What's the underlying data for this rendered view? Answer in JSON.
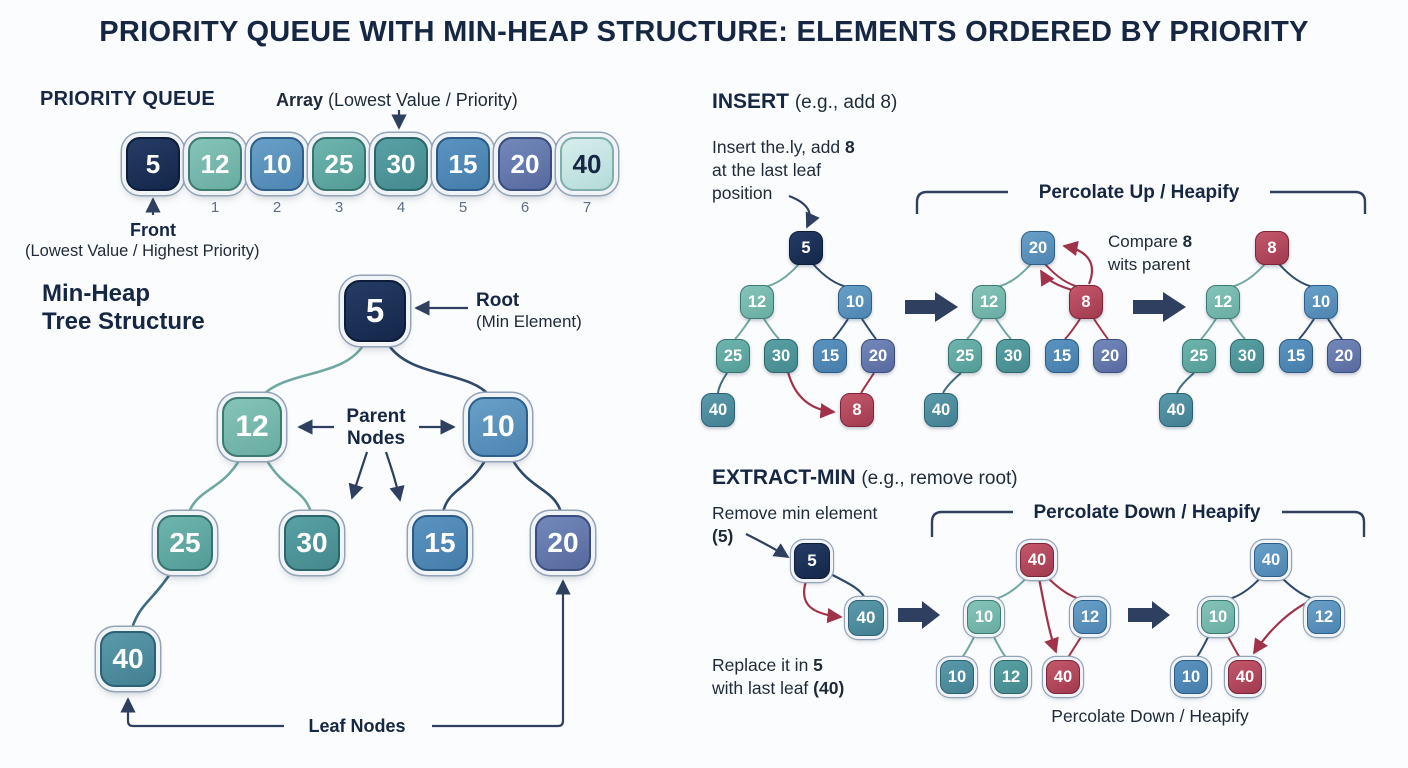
{
  "title": "PRIORITY QUEUE WITH MIN-HEAP STRUCTURE: ELEMENTS ORDERED BY PRIORITY",
  "colors": {
    "navy": "#16294d",
    "teal": "#74b7ac",
    "teal_mid": "#5da8a2",
    "teal_dark": "#4e979b",
    "blue": "#5b92bd",
    "blue_mid": "#4f89b7",
    "blue_purple": "#6379ad",
    "teal_blue": "#4d8fa0",
    "cyan_light": "#c4e3e1",
    "red": "#b24055",
    "arrow_navy": "#2e3f60",
    "arrow_red": "#a03349",
    "heading_text": "#152743",
    "body_text": "#1e2a38",
    "index_text": "#5f6e86"
  },
  "priority_queue": {
    "heading": "PRIORITY QUEUE",
    "array_label_bold": "Array",
    "array_label_rest": " (Lowest Value / Priority)",
    "cells": [
      "5",
      "12",
      "10",
      "25",
      "30",
      "15",
      "20",
      "40"
    ],
    "indices": [
      "1",
      "2",
      "3",
      "4",
      "5",
      "6",
      "7"
    ],
    "front_label": "Front",
    "front_sub": "(Lowest Value / Highest Priority)"
  },
  "min_heap": {
    "heading_line1": "Min-Heap",
    "heading_line2": "Tree Structure",
    "root_label": "Root",
    "root_sub": "(Min Element)",
    "parent_line1": "Parent",
    "parent_line2": "Nodes",
    "leaf_label": "Leaf Nodes",
    "nodes": {
      "root": "5",
      "l": "12",
      "r": "10",
      "ll": "25",
      "lr": "30",
      "rl": "15",
      "rr": "20",
      "lll": "40"
    }
  },
  "insert": {
    "heading": "INSERT",
    "heading_sub": "(e.g., add 8)",
    "desc1a": "Insert the.ly, add ",
    "desc1b": "8",
    "desc2": "at the last leaf",
    "desc3": "position",
    "bracket_label": "Percolate Up / Heapify",
    "compare1a": "Compare ",
    "compare1b": "8",
    "compare2": "wits parent",
    "t1": {
      "root": "5",
      "l": "12",
      "r": "10",
      "ll": "25",
      "lr": "30",
      "rl": "15",
      "rr": "20",
      "lll": "40",
      "new": "8"
    },
    "t2": {
      "root": "20",
      "l": "12",
      "r": "8",
      "ll": "25",
      "lr": "30",
      "rl": "15",
      "rr": "20",
      "lll": "40"
    },
    "t3": {
      "root": "8",
      "l": "12",
      "r": "10",
      "ll": "25",
      "lr": "30",
      "rl": "15",
      "rr": "20",
      "lll": "40"
    }
  },
  "extract": {
    "heading": "EXTRACT-MIN",
    "heading_sub": "(e.g., remove root)",
    "remove_line1": "Remove min element",
    "remove_line2": "(5)",
    "bracket_label": "Percolate Down / Heapify",
    "mini": {
      "a": "5",
      "b": "40"
    },
    "replace1a": "Replace it in ",
    "replace1b": "5",
    "replace2a": "with last leaf ",
    "replace2b": "(40)",
    "t2": {
      "root": "40",
      "l": "10",
      "r": "12",
      "bl": "10",
      "bm": "12",
      "br": "40"
    },
    "t3": {
      "root": "40",
      "l": "10",
      "r": "12",
      "bl": "10",
      "br": "40"
    },
    "caption": "Percolate Down / Heapify"
  }
}
